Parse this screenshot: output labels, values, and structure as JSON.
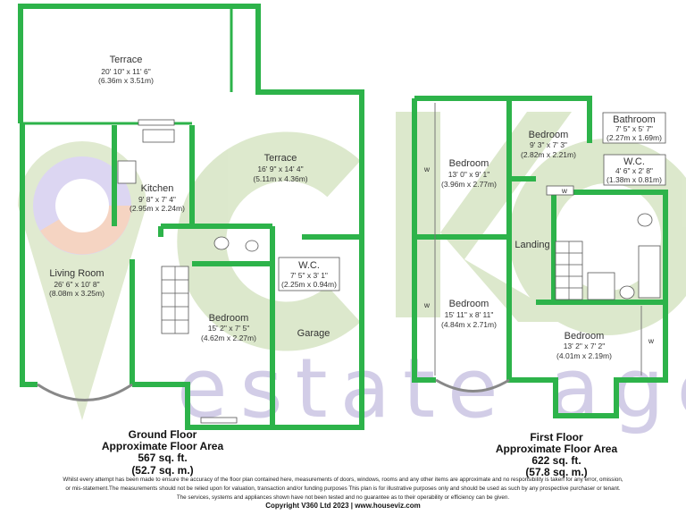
{
  "watermark": {
    "logo_letters": "ckb",
    "text": "estate agents",
    "colors": {
      "green": "#c9dcb0",
      "lavender": "#c8c2e0",
      "peach": "#f3c7b0"
    }
  },
  "accent_color": "#2db34a",
  "ground_floor": {
    "rooms": [
      {
        "name": "Terrace",
        "imperial": "20' 10\" x 11' 6\"",
        "metric": "(6.36m x 3.51m)"
      },
      {
        "name": "Terrace",
        "imperial": "16' 9\" x 14' 4\"",
        "metric": "(5.11m x 4.36m)"
      },
      {
        "name": "Kitchen",
        "imperial": "9' 8\" x 7' 4\"",
        "metric": "(2.95m x 2.24m)"
      },
      {
        "name": "Living Room",
        "imperial": "26' 6\" x 10' 8\"",
        "metric": "(8.08m x 3.25m)"
      },
      {
        "name": "W.C.",
        "imperial": "7' 5\" x 3' 1\"",
        "metric": "(2.25m x 0.94m)"
      },
      {
        "name": "Bedroom",
        "imperial": "15' 2\" x 7' 5\"",
        "metric": "(4.62m x 2.27m)"
      },
      {
        "name": "Garage"
      }
    ],
    "title": "Ground Floor",
    "subtitle": "Approximate Floor Area",
    "sqft": "567 sq. ft.",
    "sqm": "(52.7 sq. m.)"
  },
  "first_floor": {
    "rooms": [
      {
        "name": "Bedroom",
        "imperial": "13' 0\" x 9' 1\"",
        "metric": "(3.96m x 2.77m)"
      },
      {
        "name": "Bedroom",
        "imperial": "9' 3\" x 7' 3\"",
        "metric": "(2.82m x 2.21m)"
      },
      {
        "name": "Bathroom",
        "imperial": "7' 5\" x 5' 7\"",
        "metric": "(2.27m x 1.69m)"
      },
      {
        "name": "W.C.",
        "imperial": "4' 6\" x 2' 8\"",
        "metric": "(1.38m x 0.81m)"
      },
      {
        "name": "Landing"
      },
      {
        "name": "Bedroom",
        "imperial": "15' 11\" x 8' 11\"",
        "metric": "(4.84m x 2.71m)"
      },
      {
        "name": "Bedroom",
        "imperial": "13' 2\" x 7' 2\"",
        "metric": "(4.01m x 2.19m)"
      }
    ],
    "wardrobe_label": "w",
    "title": "First Floor",
    "subtitle": "Approximate Floor Area",
    "sqft": "622 sq. ft.",
    "sqm": "(57.8 sq. m.)"
  },
  "disclaimer": [
    "Whilst every attempt has been made to ensure the accuracy of the floor plan contained here, measurements of doors, windows, rooms and any other items are approximate and no responsibility is taken for any error, omission,",
    "or mis-statement.The measurements should not be relied upon for valuation, transaction and/or funding purposes This plan is for illustrative purposes only and should be used as such by any prospective purchaser or tenant.",
    "The services, systems and appliances shown have not been tested and no guarantee as to their operability or efficiency can be given."
  ],
  "copyright": "Copyright V360 Ltd 2023 | www.houseviz.com"
}
